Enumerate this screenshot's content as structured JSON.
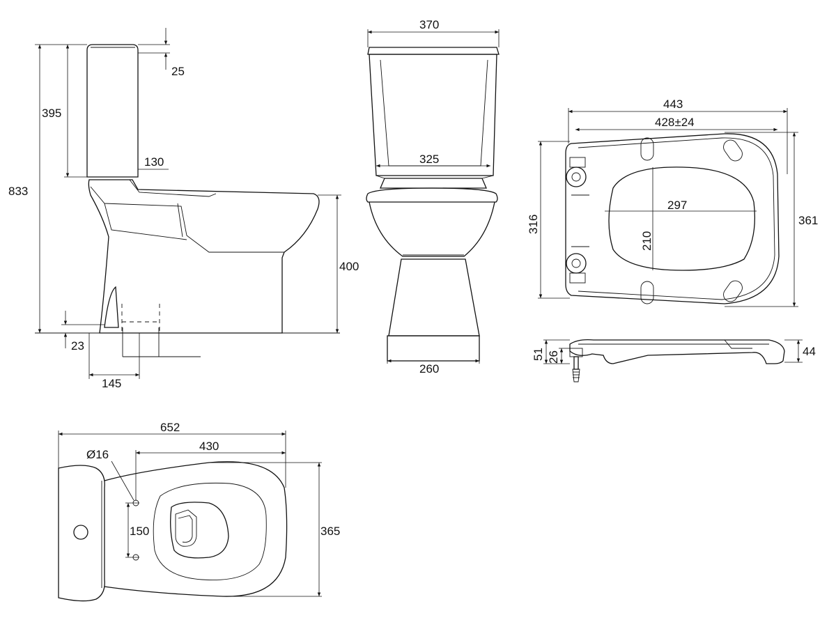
{
  "side_view": {
    "dims": {
      "d833": "833",
      "d395": "395",
      "d25": "25",
      "d130": "130",
      "d400": "400",
      "d23": "23",
      "d145": "145"
    }
  },
  "front_view": {
    "dims": {
      "d370": "370",
      "d325": "325",
      "d260": "260"
    }
  },
  "seat_top_view": {
    "dims": {
      "d443": "443",
      "d428": "428±24",
      "d297": "297",
      "d210": "210",
      "d316": "316",
      "d361": "361"
    }
  },
  "seat_side_view": {
    "dims": {
      "d51": "51",
      "d26": "26",
      "d44": "44"
    }
  },
  "plan_view": {
    "dims": {
      "d652": "652",
      "d16": "Ø16",
      "d430": "430",
      "d150": "150",
      "d365": "365"
    }
  }
}
